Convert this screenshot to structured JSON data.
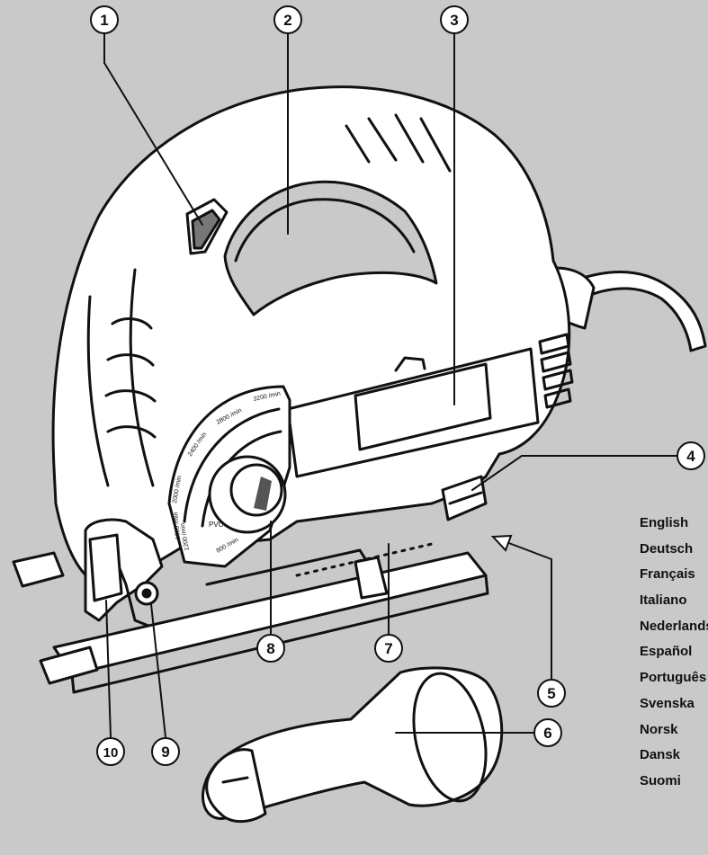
{
  "callouts": [
    "1",
    "2",
    "3",
    "4",
    "5",
    "6",
    "7",
    "8",
    "9",
    "10"
  ],
  "dial_labels": [
    "3200 /min",
    "2800 /min",
    "2400 /min",
    "2000 /min",
    "1600 /min",
    "1200 /min",
    "800 /min"
  ],
  "material_labels": [
    "PVC"
  ],
  "languages": [
    "English",
    "Deutsch",
    "Français",
    "Italiano",
    "Nederlands",
    "Español",
    "Português",
    "Svenska",
    "Norsk",
    "Dansk",
    "Suomi"
  ],
  "colors": {
    "background": "#c9c9c9",
    "line": "#111111",
    "tool_body": "#ffffff"
  }
}
